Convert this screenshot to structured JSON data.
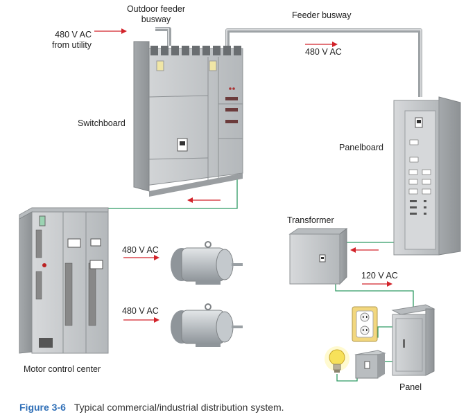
{
  "labels": {
    "outdoor_feeder_busway": "Outdoor feeder\nbusway",
    "feeder_busway": "Feeder busway",
    "utility_supply": "480 V AC\nfrom utility",
    "busway_voltage": "480 V AC",
    "switchboard": "Switchboard",
    "panelboard": "Panelboard",
    "transformer": "Transformer",
    "motor1_voltage": "480 V AC",
    "motor2_voltage": "480 V AC",
    "panel_voltage": "120 V AC",
    "motor_control_center": "Motor control center",
    "panel": "Panel"
  },
  "caption": {
    "figure": "Figure 3-6",
    "text": "Typical commercial/industrial distribution system."
  },
  "colors": {
    "wire": "#2f9a64",
    "arrow": "#d2232a",
    "busway": "#9ea3a6",
    "cabinet": "#c9ccce",
    "caption_accent": "#2f6fb7"
  }
}
